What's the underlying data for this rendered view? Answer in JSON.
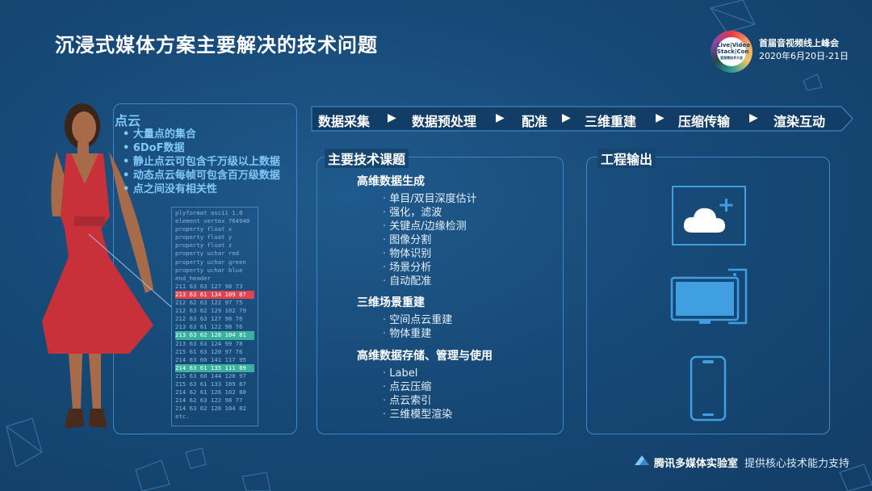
{
  "title": "沉浸式媒体方案主要解决的技术问题",
  "conference": {
    "logo_text": [
      "Live|Video",
      "Stack|Con",
      "音视频技术大会"
    ],
    "name": "首届音视频线上峰会",
    "date": "2020年6月20日-21日"
  },
  "pointcloud": {
    "title": "点云",
    "bullets": [
      "大量点的集合",
      "6DoF数据",
      "静止点云可包含千万级以上数据",
      "动态点云每帧可包含百万级数据",
      "点之间没有相关性"
    ],
    "code_lines": [
      {
        "text": "plyformat ascii 1.0",
        "hl": ""
      },
      {
        "text": "element vertex 764940",
        "hl": ""
      },
      {
        "text": "property float x",
        "hl": ""
      },
      {
        "text": "property float y",
        "hl": ""
      },
      {
        "text": "property float z",
        "hl": ""
      },
      {
        "text": "property uchar red",
        "hl": ""
      },
      {
        "text": "property uchar green",
        "hl": ""
      },
      {
        "text": "property uchar blue",
        "hl": ""
      },
      {
        "text": "end_header",
        "hl": ""
      },
      {
        "text": "211 63 63 127 98 73",
        "hl": ""
      },
      {
        "text": "213 63 61 134 109 87",
        "hl": "red"
      },
      {
        "text": "212 62 63 122 97 75",
        "hl": ""
      },
      {
        "text": "212 63 62 129 102 79",
        "hl": ""
      },
      {
        "text": "212 63 63 127 98 76",
        "hl": ""
      },
      {
        "text": "213 63 61 122 98 76",
        "hl": ""
      },
      {
        "text": "213 63 62 128 104 81",
        "hl": "green"
      },
      {
        "text": "213 63 63 124 99 78",
        "hl": ""
      },
      {
        "text": "215 61 63 120 97 76",
        "hl": ""
      },
      {
        "text": "214 63 60 141 117 95",
        "hl": ""
      },
      {
        "text": "214 63 61 135 111 89",
        "hl": "green"
      },
      {
        "text": "215 63 60 144 120 97",
        "hl": ""
      },
      {
        "text": "215 63 61 133 109 87",
        "hl": ""
      },
      {
        "text": "214 62 61 126 102 80",
        "hl": ""
      },
      {
        "text": "214 62 63 122 98 77",
        "hl": ""
      },
      {
        "text": "214 63 62 128 104 82",
        "hl": ""
      },
      {
        "text": "etc.",
        "hl": ""
      }
    ]
  },
  "pipeline": [
    "数据采集",
    "数据预处理",
    "配准",
    "三维重建",
    "压缩传输",
    "渲染互动"
  ],
  "topics": {
    "title": "主要技术课题",
    "groups": [
      {
        "title": "高维数据生成",
        "items": [
          "单目/双目深度估计",
          "强化，滤波",
          "关键点/边缘检测",
          "图像分割",
          "物体识别",
          "场景分析",
          "自动配准"
        ]
      },
      {
        "title": "三维场景重建",
        "items": [
          "空间点云重建",
          "物体重建"
        ]
      },
      {
        "title": "高维数据存储、管理与使用",
        "items": [
          "Label",
          "点云压缩",
          "点云索引",
          "三维模型渲染"
        ]
      }
    ]
  },
  "engineering": {
    "title": "工程输出",
    "icons": [
      "cloud-plus-icon",
      "desktop-monitor-icon",
      "smartphone-icon"
    ]
  },
  "footer": {
    "org": "腾讯多媒体实验室",
    "slogan": "提供核心技术能力支持"
  },
  "colors": {
    "accent": "#3f86c4",
    "highlight_blue": "#7fc8f8",
    "highlight_red": "#e2434f",
    "highlight_green": "#3ab0a0"
  }
}
